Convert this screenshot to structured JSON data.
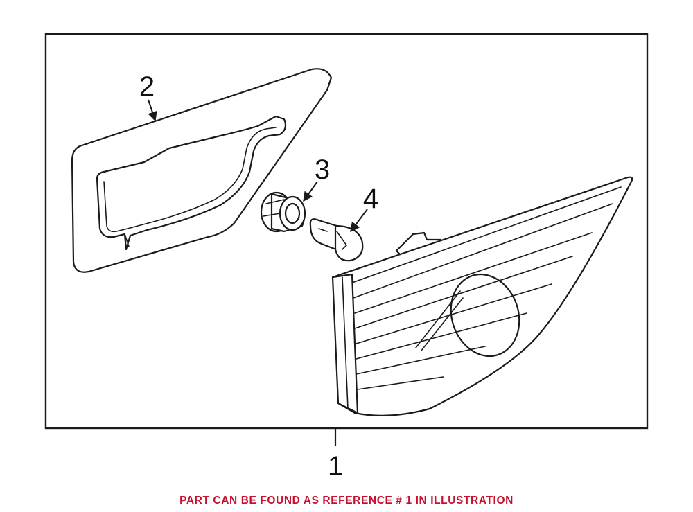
{
  "callouts": {
    "part_1": "1",
    "part_2": "2",
    "part_3": "3",
    "part_4": "4"
  },
  "caption": "PART CAN BE FOUND AS REFERENCE # 1 IN ILLUSTRATION",
  "colors": {
    "caption": "#c8102e",
    "line": "#1a1a1a",
    "background": "#ffffff"
  }
}
